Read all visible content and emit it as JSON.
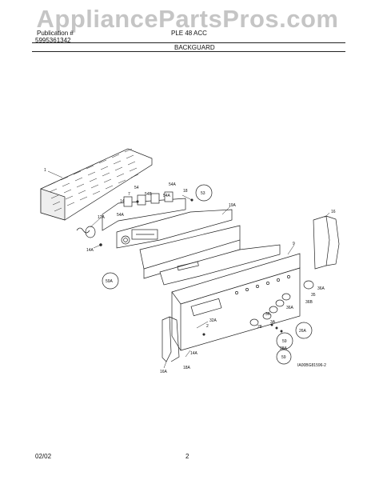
{
  "watermark": "AppliancePartsPros.com",
  "header": {
    "publication_label": "Publication #",
    "publication_number": "5995361342",
    "model": "PLE 48 ACC",
    "section": "BACKGUARD"
  },
  "diagram": {
    "code": "IA00BG81596-2",
    "callouts": {
      "c1": "1",
      "c12a": "12A",
      "c14a_left": "14A",
      "c14": "14",
      "c54": "54",
      "c54a_top": "54A",
      "c54b": "54B",
      "c54a_mid": "54A",
      "c54a_left": "54A",
      "c7": "7",
      "c18": "18",
      "c19a": "19A",
      "c16": "16",
      "c9": "9",
      "c36a": "36A",
      "c35": "35",
      "c36b": "36B",
      "c36a_low": "36A",
      "c18a": "18A",
      "c2": "2",
      "c32a": "32A",
      "c28a": "28A",
      "c14a_bottom": "14A",
      "c16a": "16A",
      "c3a": "3A",
      "c28": "28",
      "c36": "36",
      "bub_53": "53",
      "bub_59a": "59A",
      "bub_59": "59",
      "bub_26a": "26A",
      "bub_59b": "59"
    }
  },
  "footer": {
    "date": "02/02",
    "page": "2"
  }
}
